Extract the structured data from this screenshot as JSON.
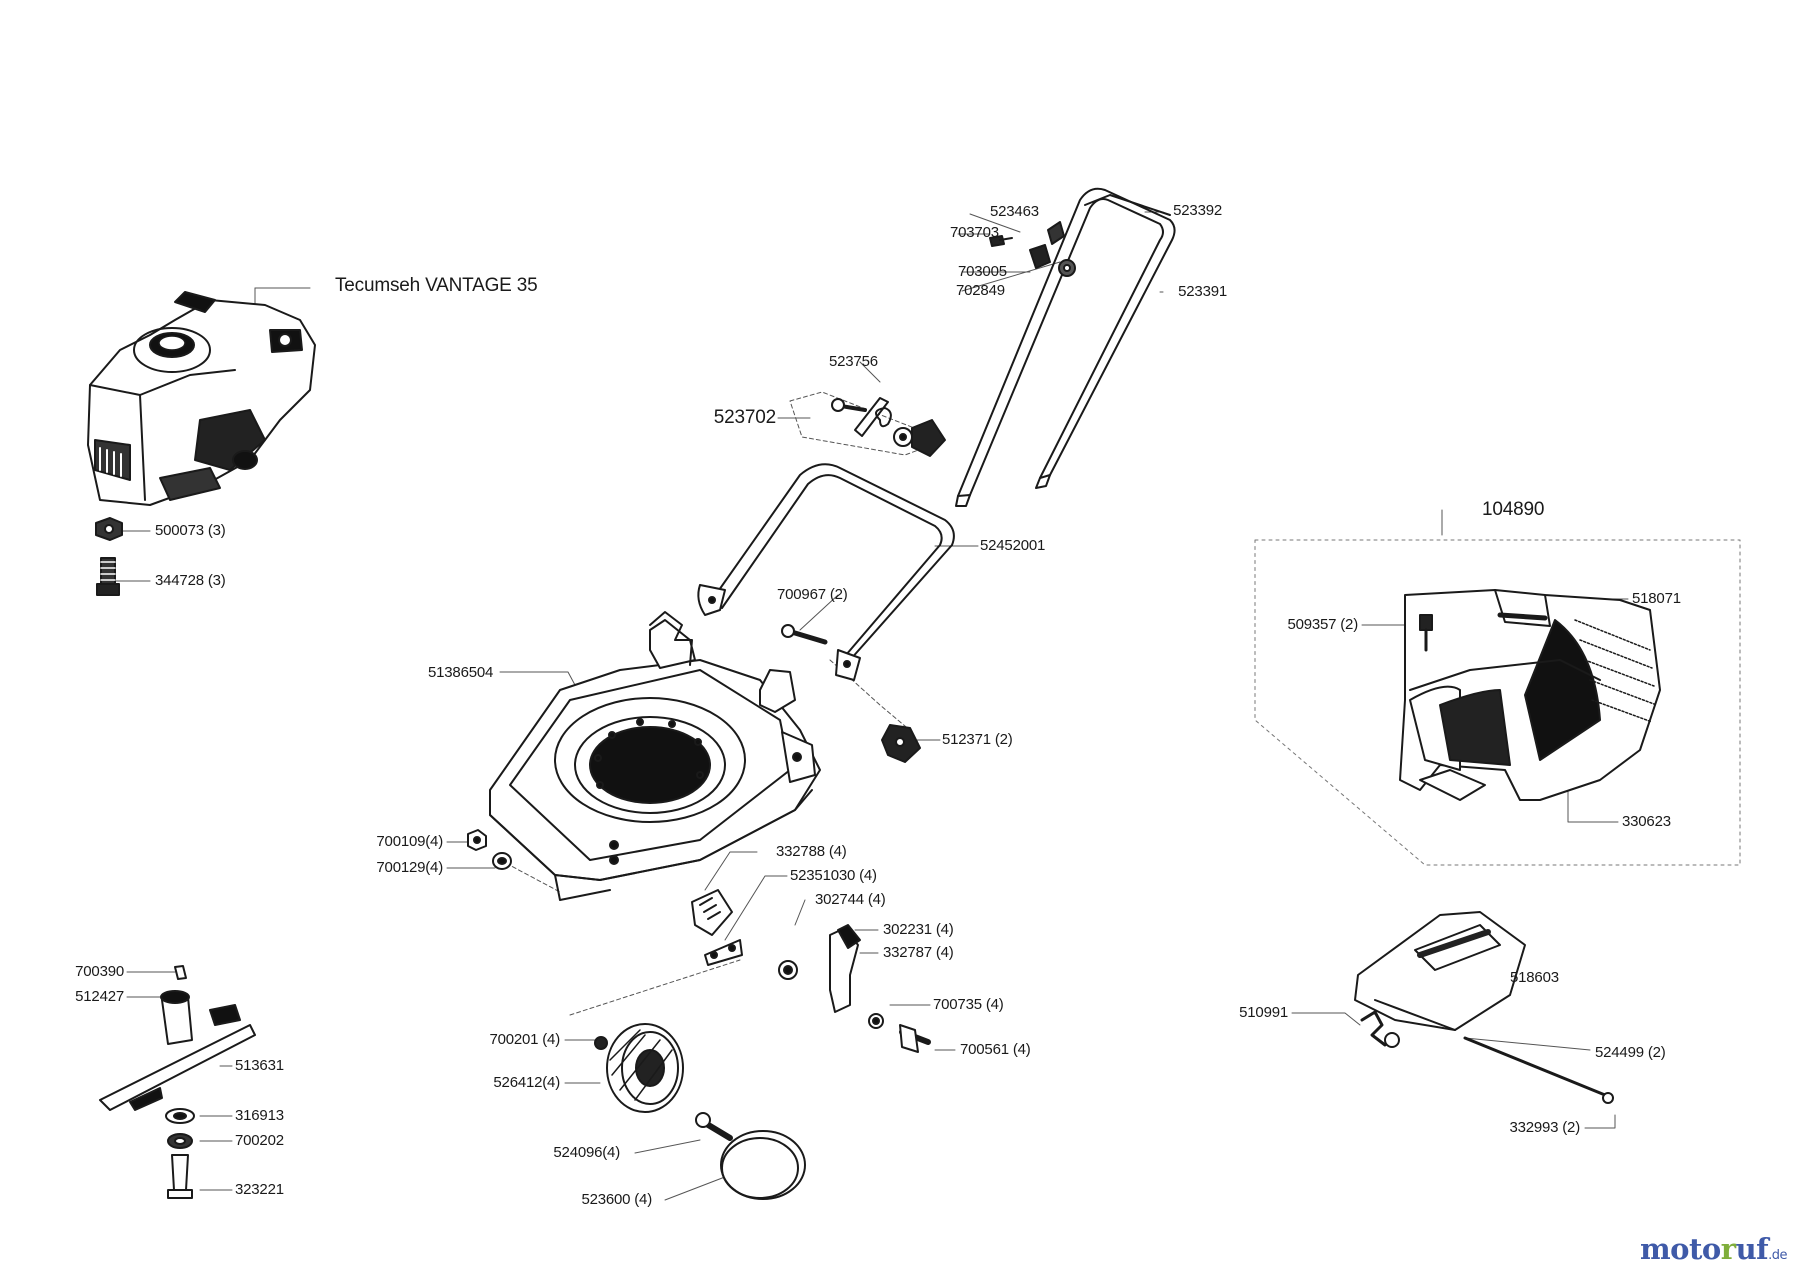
{
  "diagram": {
    "engine_label": "Tecumseh VANTAGE 35",
    "assembly_handle": "523702",
    "assembly_catcher": "104890",
    "parts": {
      "p523463": "523463",
      "p703703": "703703",
      "p523392": "523392",
      "p703005": "703005",
      "p702849": "702849",
      "p523391": "523391",
      "p523756": "523756",
      "p52452001": "52452001",
      "p700967": "700967 (2)",
      "p500073": "500073 (3)",
      "p344728": "344728 (3)",
      "p51386504": "51386504",
      "p512371": "512371 (2)",
      "p700109": "700109(4)",
      "p700129": "700129(4)",
      "p332788": "332788 (4)",
      "p52351030": "52351030 (4)",
      "p302744": "302744 (4)",
      "p302231": "302231 (4)",
      "p332787": "332787 (4)",
      "p700735": "700735 (4)",
      "p700561": "700561 (4)",
      "p700201": "700201 (4)",
      "p526412": "526412(4)",
      "p524096": "524096(4)",
      "p523600": "523600 (4)",
      "p700390": "700390",
      "p512427": "512427",
      "p513631": "513631",
      "p316913": "316913",
      "p700202": "700202",
      "p323221": "323221",
      "p518071": "518071",
      "p509357": "509357 (2)",
      "p330623": "330623",
      "p518603": "518603",
      "p510991": "510991",
      "p524499": "524499 (2)",
      "p332993": "332993 (2)"
    }
  },
  "brand": {
    "part1": "moto",
    "part2": "r",
    "part3": "uf",
    "suffix": ".de"
  }
}
